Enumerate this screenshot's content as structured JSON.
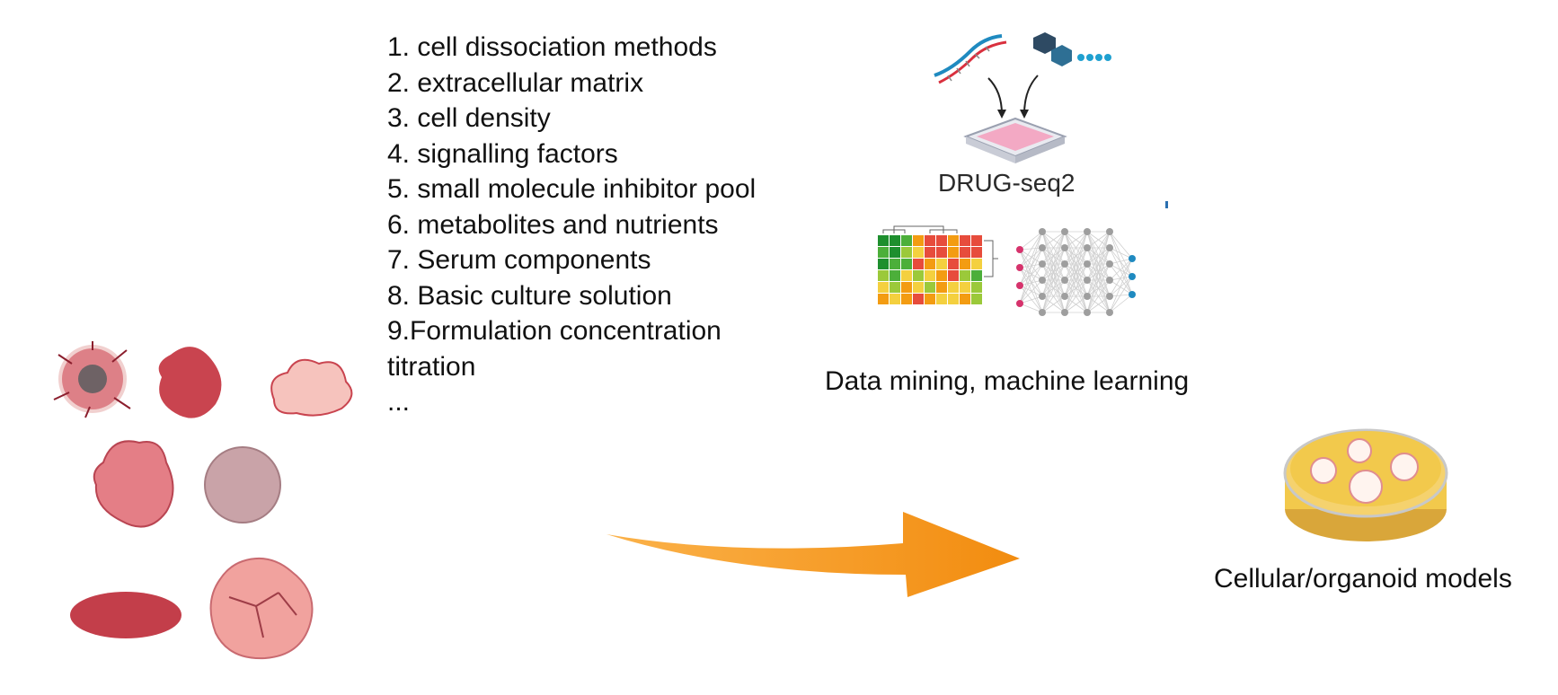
{
  "factors": [
    "1. cell dissociation methods",
    "2. extracellular matrix",
    "3. cell density",
    "4. signalling factors",
    "5. small molecule inhibitor pool",
    "6. metabolites and nutrients",
    "7. Serum components",
    "8. Basic culture solution",
    "9.Formulation concentration",
    "titration",
    "..."
  ],
  "drugseq_label": "DRUG-seq2",
  "data_mining_label": "Data mining, machine learning",
  "models_label": "Cellular/organoid models",
  "colors": {
    "arrow": "#f7941d",
    "tissue_red": "#c94a55",
    "tissue_pink": "#f2b5b0",
    "dish_liquid": "#f2c94c",
    "heatmap_green": "#2e9e3e",
    "heatmap_red": "#e53935"
  },
  "icons": [
    "primary-tissue-samples",
    "dna-strand-icon",
    "compound-molecule-icon",
    "well-plate-icon",
    "heatmap-icon",
    "neural-network-icon",
    "petri-dish-organoid-icon",
    "flow-arrow-icon"
  ]
}
